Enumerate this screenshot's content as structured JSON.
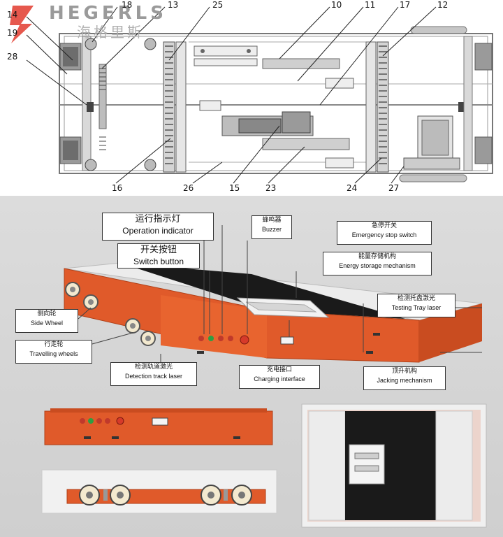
{
  "logo": {
    "text": "HEGERLS",
    "cn": "海格里斯"
  },
  "top_labels": {
    "n14": "14",
    "n19": "19",
    "n28": "28",
    "n18": "18",
    "n13": "13",
    "n25": "25",
    "n10": "10",
    "n11": "11",
    "n17": "17",
    "n12": "12",
    "n16": "16",
    "n26": "26",
    "n15": "15",
    "n23": "23",
    "n24": "24",
    "n27": "27"
  },
  "callouts": {
    "operation_indicator": {
      "cn": "运行指示灯",
      "en": "Operation indicator"
    },
    "switch_button": {
      "cn": "开关按钮",
      "en": "Switch button"
    },
    "buzzer": {
      "cn": "蜂鸣器",
      "en": "Buzzer"
    },
    "emergency_stop": {
      "cn": "急停开关",
      "en": "Emergency stop switch"
    },
    "energy_storage": {
      "cn": "能量存储机构",
      "en": "Energy storage mechanism"
    },
    "testing_tray_laser": {
      "cn": "检测托盘激光",
      "en": "Testing Tray laser"
    },
    "side_wheel": {
      "cn": "侧向轮",
      "en": "Side Wheel"
    },
    "travelling_wheels": {
      "cn": "行走轮",
      "en": "Travelling wheels"
    },
    "detection_track_laser": {
      "cn": "检测轨道激光",
      "en": "Detection track laser"
    },
    "charging_interface": {
      "cn": "充电接口",
      "en": "Charging interface"
    },
    "jacking_mechanism": {
      "cn": "顶升机构",
      "en": "Jacking mechanism"
    }
  },
  "colors": {
    "body_orange": "#e05a2a",
    "deck_dark": "#1a1a1a",
    "deck_light": "#ececec",
    "frame_grey": "#7a7a7a"
  }
}
